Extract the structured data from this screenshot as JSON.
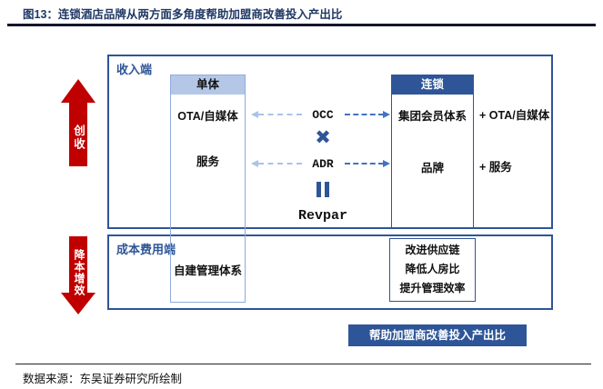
{
  "figure": {
    "title": "图13：连锁酒店品牌从两方面多角度帮助加盟商改善投入产出比",
    "source_note": "数据来源：东吴证券研究所绘制"
  },
  "side_arrows": {
    "revenue_label": "创收",
    "cost_label": "降本增效"
  },
  "revenue_section": {
    "label": "收入端",
    "standalone_column": {
      "header": "单体",
      "items": [
        "OTA/自媒体",
        "服务"
      ]
    },
    "chain_column": {
      "header": "连锁",
      "items": [
        "集团会员体系",
        "品牌"
      ],
      "plus_items": [
        "+ OTA/自媒体",
        "+ 服务"
      ]
    },
    "metrics": {
      "occ": "OCC",
      "multiply": "✖",
      "adr": "ADR",
      "result": "Revpar"
    }
  },
  "cost_section": {
    "label": "成本费用端",
    "standalone_item": "自建管理体系",
    "chain_items": [
      "改进供应链",
      "降低人房比",
      "提升管理效率"
    ]
  },
  "banner": "帮助加盟商改善投入产出比",
  "colors": {
    "accent_blue": "#2E5597",
    "light_blue": "#B4C7E7",
    "arrow_blue": "#4472C4",
    "arrow_light_blue": "#A9C3EA",
    "red": "#C00000",
    "title_navy": "#1F3864"
  }
}
